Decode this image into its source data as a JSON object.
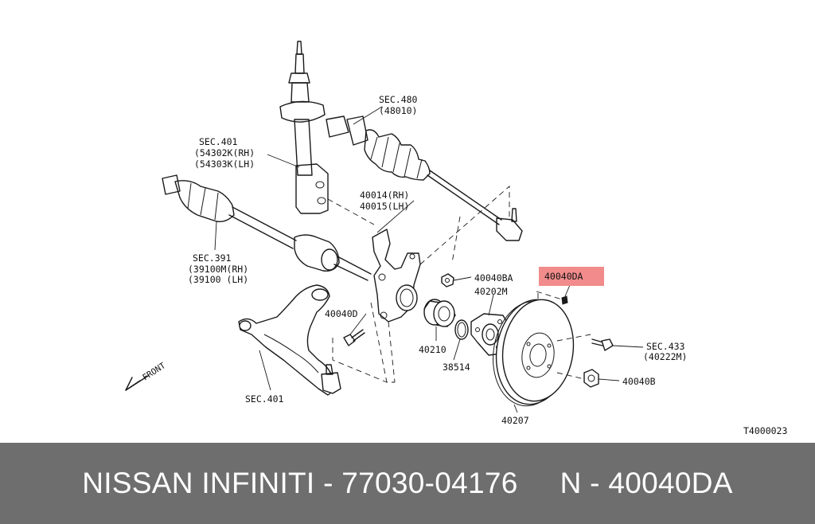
{
  "diagram": {
    "labels": {
      "sec480_a": "SEC.480",
      "sec480_b": "(48010)",
      "sec401_a": "SEC.401",
      "sec401_b": "(54302K(RH)",
      "sec401_c": "(54303K(LH)",
      "knuckle_a": "40014(RH)",
      "knuckle_b": "40015(LH)",
      "sec391_a": "SEC.391",
      "sec391_b": "(39100M(RH)",
      "sec391_c": "(39100  (LH)",
      "p40040ba": "40040BA",
      "p40040da": "40040DA",
      "p40202m": "40202M",
      "p40040d": "40040D",
      "p40210": "40210",
      "p38514": "38514",
      "sec433_a": "SEC.433",
      "sec433_b": "(40222M)",
      "p40040b": "40040B",
      "sec401_arm": "SEC.401",
      "p40207": "40207",
      "front": "FRONT",
      "diagram_id": "T4000023"
    },
    "highlight_color": "#f28b8b"
  },
  "footer": {
    "text": "NISSAN INFINITI - 77030-04176     N - 40040DA"
  }
}
